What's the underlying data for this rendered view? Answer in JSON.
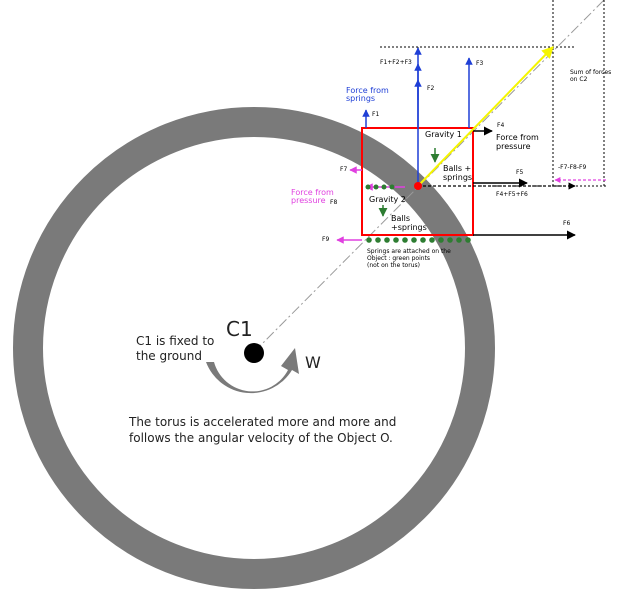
{
  "labels": {
    "c1": "C1",
    "w": "W",
    "c1_fixed_line1": "C1 is fixed to",
    "c1_fixed_line2": "the ground",
    "torus_note_line1": "The torus is accelerated more and more and",
    "torus_note_line2": "follows the angular velocity of the Object O.",
    "force_from_springs_1": "Force from",
    "force_from_springs_2": "springs",
    "force_from_pressure_right_1": "Force from",
    "force_from_pressure_right_2": "pressure",
    "force_from_pressure_left_1": "Force from",
    "force_from_pressure_left_2": "pressure",
    "gravity1": "Gravity 1",
    "gravity2": "Gravity 2",
    "balls_springs_1_line1": "Balls +",
    "balls_springs_1_line2": "springs",
    "balls_springs_2_line1": "Balls",
    "balls_springs_2_line2": "+springs",
    "springs_note_line1": "Springs are attached on the",
    "springs_note_line2": "Object : green points",
    "springs_note_line3": "(not on the torus)",
    "sum_forces_line1": "Sum of forces",
    "sum_forces_line2": "on C2",
    "f1": "F1",
    "f2": "F2",
    "f3": "F3",
    "f4": "F4",
    "f5": "F5",
    "f6": "F6",
    "f7": "F7",
    "f8": "F8",
    "f9": "F9",
    "f123": "F1+F2+F3",
    "f456": "F4+F5+F6",
    "f789": "-F7-F8-F9"
  },
  "colors": {
    "torus": "#7a7a7a",
    "object_box": "#ff0000",
    "force_blue": "#1f3fd6",
    "force_magenta": "#e040e0",
    "force_black": "#000000",
    "resultant_yellow": "#f5f500",
    "spring_points": "#2e7d32",
    "rotation_arrow": "#7a7a7a"
  }
}
